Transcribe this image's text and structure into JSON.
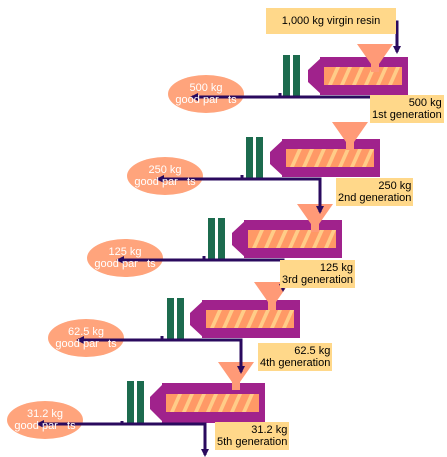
{
  "input": {
    "label": "1,000 kg virgin resin"
  },
  "stages": [
    {
      "machine_name": "machine-stage-1",
      "parts_kg": "500 kg",
      "parts_label": "good par   ts",
      "regrind_kg": "500 kg",
      "regrind_label": "1st generation"
    },
    {
      "machine_name": "machine-stage-2",
      "parts_kg": "250 kg",
      "parts_label": "good par   ts",
      "regrind_kg": "250 kg",
      "regrind_label": "2nd generation"
    },
    {
      "machine_name": "machine-stage-3",
      "parts_kg": "125 kg",
      "parts_label": "good par   ts",
      "regrind_kg": "125 kg",
      "regrind_label": "3rd generation"
    },
    {
      "machine_name": "machine-stage-4",
      "parts_kg": "62.5 kg",
      "parts_label": "good par   ts",
      "regrind_kg": "62.5 kg",
      "regrind_label": "4th generation"
    },
    {
      "machine_name": "machine-stage-5",
      "parts_kg": "31.2 kg",
      "parts_label": "good par   ts",
      "regrind_kg": "31.2 kg",
      "regrind_label": "5th generation"
    }
  ],
  "colors": {
    "barrel": "#a0228c",
    "barrel_dark": "#7a1468",
    "screw": "#ff9966",
    "screw_flight": "#ffcc88",
    "hopper": "#ff9a77",
    "clamp": "#1c6b4e",
    "arrow": "#2a0a5e",
    "oval": "#ffa47c",
    "label_bg": "#ffd88a"
  }
}
